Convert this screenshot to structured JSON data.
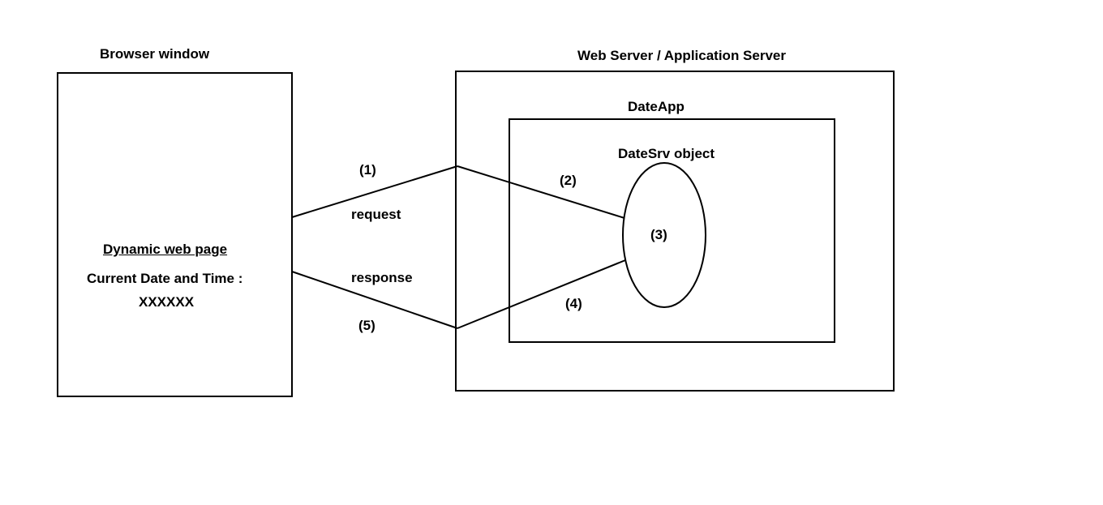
{
  "browser": {
    "title": "Browser window",
    "page_heading": "Dynamic web page",
    "date_label": "Current Date and Time :",
    "date_value": "XXXXXX"
  },
  "server": {
    "title": "Web Server / Application Server",
    "app": {
      "title": "DateApp",
      "servlet": {
        "title": "DateSrv object",
        "step": "(3)"
      }
    }
  },
  "flow": {
    "step1": "(1)",
    "request": "request",
    "step2": "(2)",
    "step4": "(4)",
    "response": "response",
    "step5": "(5)"
  }
}
